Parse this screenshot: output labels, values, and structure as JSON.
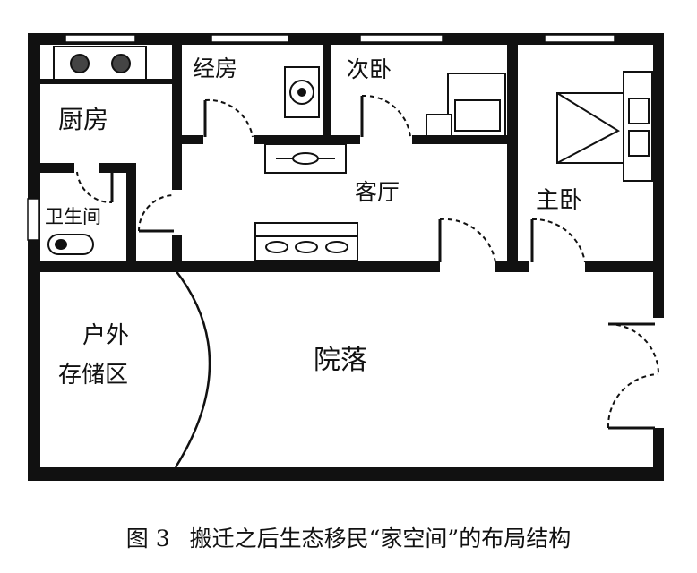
{
  "rooms": {
    "kitchen": "厨房",
    "scripture_room": "经房",
    "second_bedroom": "次卧",
    "living_room": "客厅",
    "master_bedroom": "主卧",
    "bathroom": "卫生间",
    "outdoor_storage_line1": "户外",
    "outdoor_storage_line2": "存储区",
    "courtyard": "院落"
  },
  "caption": {
    "figure_number": "图 3",
    "text": "搬迁之后生态移民“家空间”的布局结构"
  }
}
